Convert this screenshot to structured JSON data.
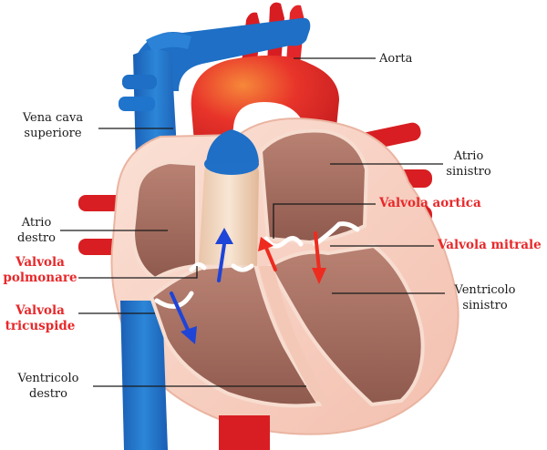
{
  "labels": {
    "aorta": "Aorta",
    "vena_cava": "Vena cava\nsuperiore",
    "atrio_sinistro": "Atrio\nsinistro",
    "atrio_destro": "Atrio\ndestro",
    "valvola_aortica": "Valvola aortica",
    "valvola_mitrale": "Valvola mitrale",
    "valvola_polmonare": "Valvola\npolmonare",
    "valvola_tricuspide": "Valvola\ntricuspide",
    "ventricolo_sinistro": "Ventricolo\nsinistro",
    "ventricolo_destro": "Ventricolo\ndestro"
  },
  "colors": {
    "oxygenated": "#e51f23",
    "deoxygenated": "#1f73c9",
    "chamber": "#a26a5d",
    "chamber_light": "#d8ab98",
    "wall": "#f4c8b6",
    "valve": "#ffffff",
    "label_red": "#e8282a",
    "arrow_blue": "#1e44d8",
    "arrow_red": "#ee2b1f"
  }
}
